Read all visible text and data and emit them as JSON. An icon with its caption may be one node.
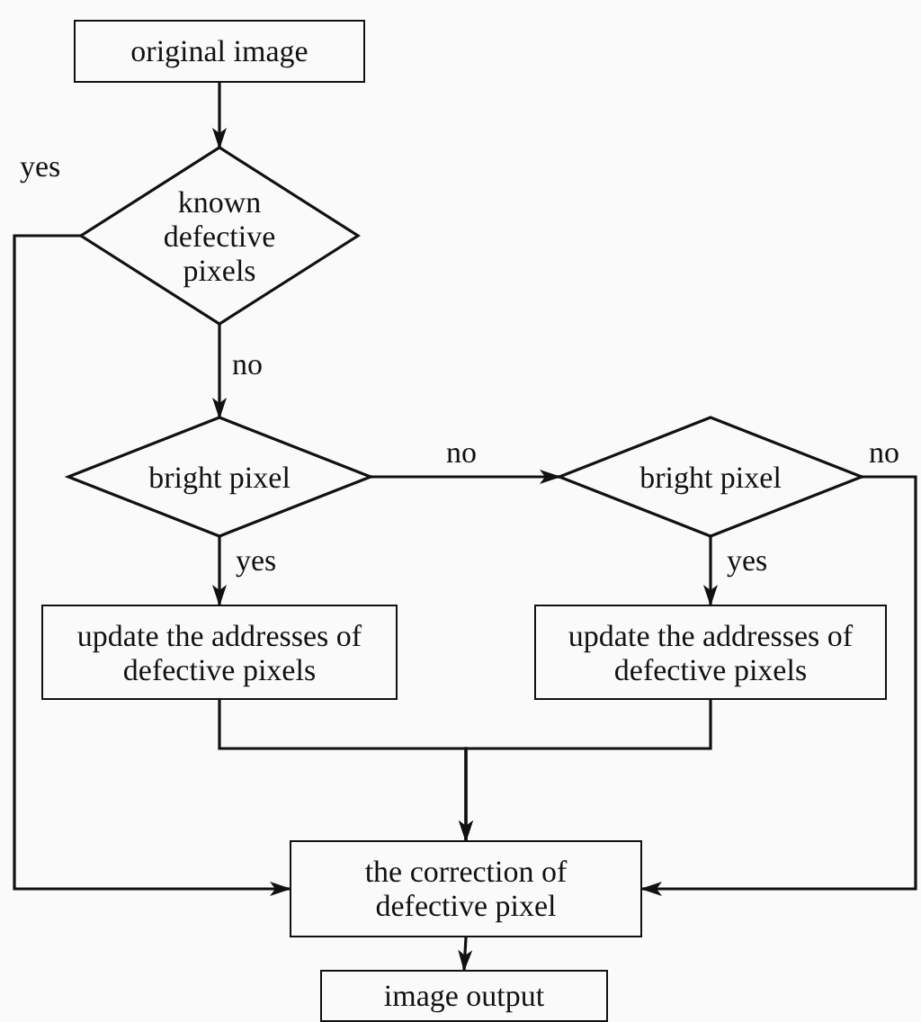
{
  "diagram": {
    "nodes": [
      {
        "text": [
          "original image"
        ]
      },
      {
        "text": [
          "known defective pixels"
        ]
      },
      {
        "text": [
          "bright pixel"
        ]
      },
      {
        "text": [
          "bright pixel"
        ]
      },
      {
        "text": [
          "update the addresses of defective pixels"
        ]
      },
      {
        "text": [
          "update the addresses of defective pixels"
        ]
      },
      {
        "text": [
          "the correction of defective pixel"
        ]
      },
      {
        "text": [
          "image output"
        ]
      }
    ],
    "edges": [
      {
        "from": 0,
        "to": 1,
        "arrow": "to"
      },
      {
        "from": 1,
        "to": 6,
        "arrow": "to",
        "label": "yes"
      },
      {
        "from": 1,
        "to": 2,
        "arrow": "to",
        "label": "no"
      },
      {
        "from": 2,
        "to": 3,
        "arrow": "to",
        "label": "no"
      },
      {
        "from": 3,
        "to": 6,
        "arrow": "to",
        "label": "no"
      },
      {
        "from": 2,
        "to": 4,
        "arrow": "to",
        "label": "yes"
      },
      {
        "from": 3,
        "to": 5,
        "arrow": "to",
        "label": "yes"
      },
      {
        "from": 4,
        "to": 6,
        "arrow": "to"
      },
      {
        "from": 5,
        "to": 6,
        "arrow": "to"
      },
      {
        "from": 6,
        "to": 7,
        "arrow": "to"
      }
    ]
  }
}
